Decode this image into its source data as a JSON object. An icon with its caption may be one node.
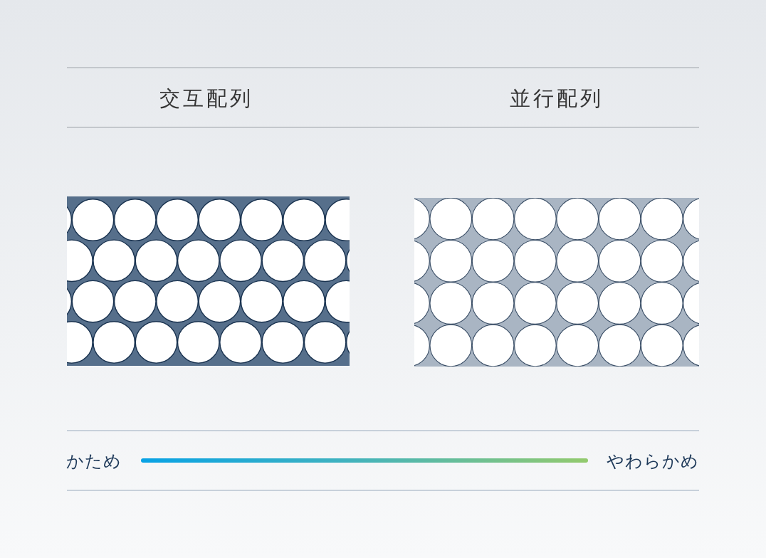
{
  "diagram": {
    "labels": [
      "交互配列",
      "並行配列",
      "かため",
      "やわらかめ"
    ]
  }
}
